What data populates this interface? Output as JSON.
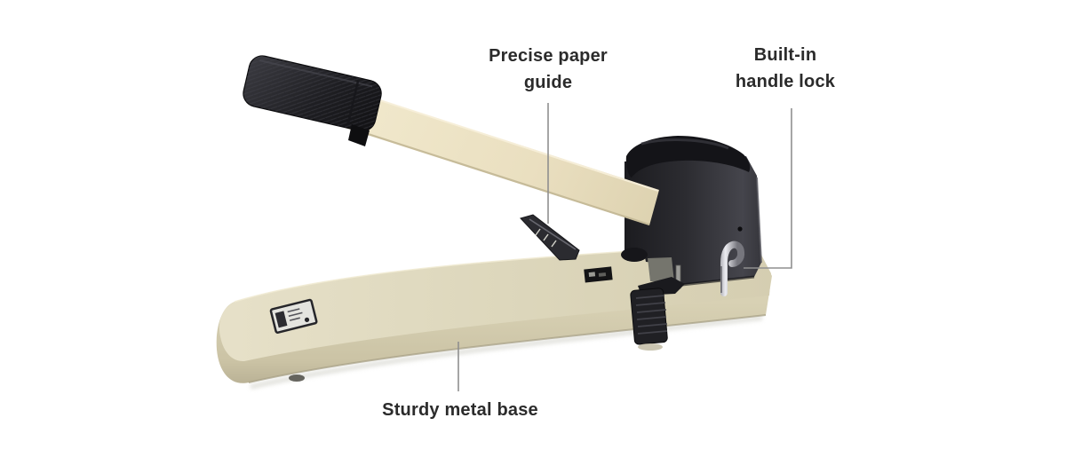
{
  "figure": {
    "description": "Heavy-duty hole punch with black lever handle, black punch head and long cream metal base, shown on a white background with three part callouts"
  },
  "annotations": [
    {
      "id": "paper-guide",
      "lines": [
        "Precise paper",
        "guide"
      ]
    },
    {
      "id": "handle-lock",
      "lines": [
        "Built-in",
        "handle lock"
      ]
    },
    {
      "id": "metal-base",
      "lines": [
        "Sturdy metal base"
      ]
    }
  ],
  "palette": {
    "background": "#ffffff",
    "label_text": "#2b2b2b",
    "leader_line": "#8f8f8f",
    "base_cream": "#dcd6bc",
    "arm_cream": "#ece3c6",
    "plastic_black": "#232327",
    "chrome": "#c9c9ce"
  }
}
